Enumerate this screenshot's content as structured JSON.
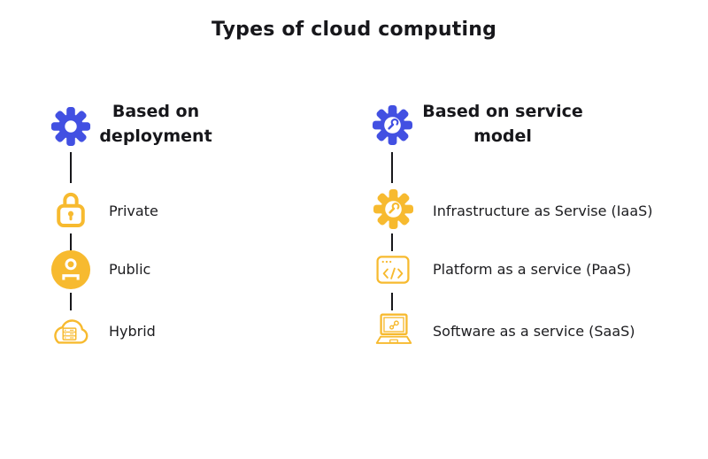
{
  "title": "Types of cloud computing",
  "colors": {
    "blue": "#4250E2",
    "yellow": "#F7BA2F",
    "text": "#17171B",
    "line": "#17171B",
    "background": "#FFFFFF"
  },
  "columns": [
    {
      "header": {
        "label": "Based on deployment",
        "icon": "gear"
      },
      "items": [
        {
          "label": "Private",
          "icon": "lock"
        },
        {
          "label": "Public",
          "icon": "user-circle"
        },
        {
          "label": "Hybrid",
          "icon": "cloud-server"
        }
      ]
    },
    {
      "header": {
        "label": "Based on service model",
        "icon": "gear-wrench"
      },
      "items": [
        {
          "label": "Infrastructure as Servise (IaaS)",
          "icon": "gear-wrench"
        },
        {
          "label": "Platform as a service (PaaS)",
          "icon": "code-window"
        },
        {
          "label": "Software as a service (SaaS)",
          "icon": "laptop-share"
        }
      ]
    }
  ]
}
